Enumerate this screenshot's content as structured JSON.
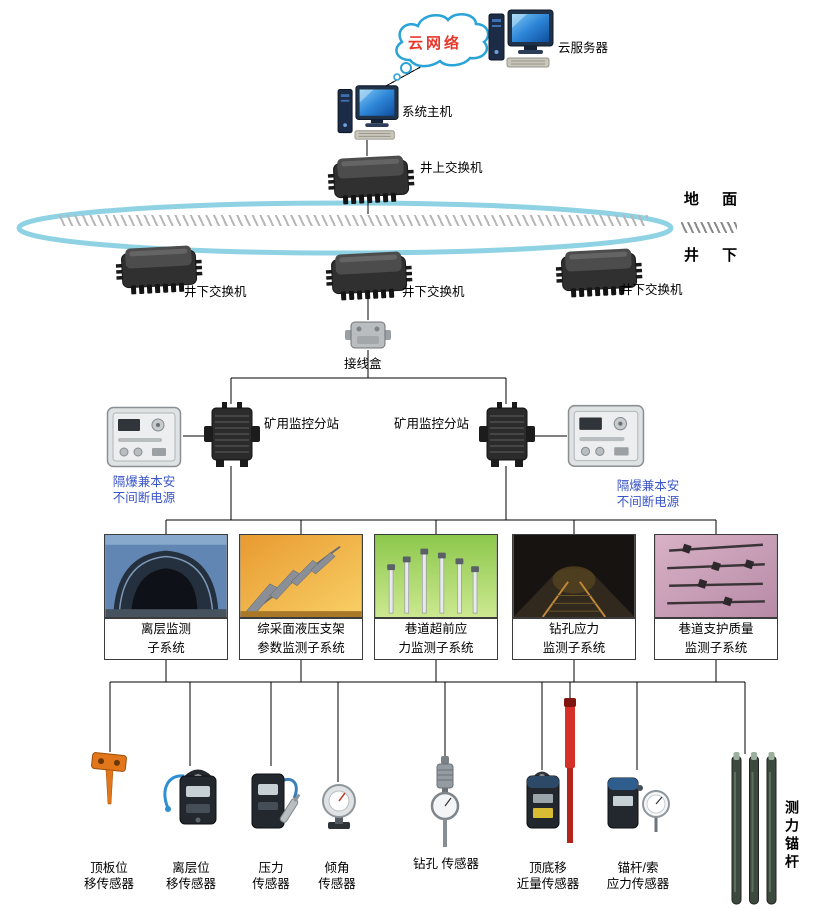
{
  "colors": {
    "ring_blue": "#8ed2e4",
    "cloud_outline": "#2aa3d8",
    "cloud_text_red": "#e8382c",
    "ups_label_blue": "#3a55c8",
    "connector_black": "#000000",
    "red_pole": "#d53129",
    "card1_bg": "#6286b4",
    "card2_bg": "#f0b84a",
    "card3_bg": "#a6d86a",
    "card4_bg": "#2a221a",
    "card5_bg": "#c8a0ba"
  },
  "top": {
    "cloud_label": "云网络",
    "cloud_server_label": "云服务器",
    "system_host_label": "系统主机",
    "surface_switch_label": "井上交换机"
  },
  "ground": {
    "surface_label": "地  面",
    "underground_label": "井  下"
  },
  "underground_switches": [
    {
      "label": "井下交换机"
    },
    {
      "label": "井下交换机"
    },
    {
      "label": "井下交换机"
    }
  ],
  "junction": {
    "label": "接线盒"
  },
  "substations": [
    {
      "label": "矿用监控分站"
    },
    {
      "label": "矿用监控分站"
    }
  ],
  "ups_units": [
    {
      "label": "隔爆兼本安\n不间断电源"
    },
    {
      "label": "隔爆兼本安\n不间断电源"
    }
  ],
  "subsystems": [
    {
      "label": "离层监测\n子系统",
      "image": "tunnel-separation-photo"
    },
    {
      "label": "综采面液压支架\n参数监测子系统",
      "image": "hydraulic-support-photo"
    },
    {
      "label": "巷道超前应\n力监测子系统",
      "image": "advance-stress-posts-photo"
    },
    {
      "label": "钻孔应力\n监测子系统",
      "image": "borehole-stress-mine-photo"
    },
    {
      "label": "巷道支护质量\n监测子系统",
      "image": "support-quality-anchors-photo"
    }
  ],
  "sensors": [
    {
      "label": "顶板位\n移传感器",
      "device": "roof-displacement-sensor"
    },
    {
      "label": "离层位\n移传感器",
      "device": "separation-displacement-sensor"
    },
    {
      "label": "压力\n传感器",
      "device": "pressure-sensor"
    },
    {
      "label": "倾角\n传感器",
      "device": "tilt-sensor"
    },
    {
      "label": "钻孔 传感器",
      "device": "borehole-sensor"
    },
    {
      "label": "顶底移\n近量传感器",
      "device": "roof-floor-convergence-sensor"
    },
    {
      "label": "锚杆/索\n应力传感器",
      "device": "anchor-stress-sensor"
    },
    {
      "label": "测力锚杆",
      "device": "force-measuring-anchor-rods"
    }
  ]
}
